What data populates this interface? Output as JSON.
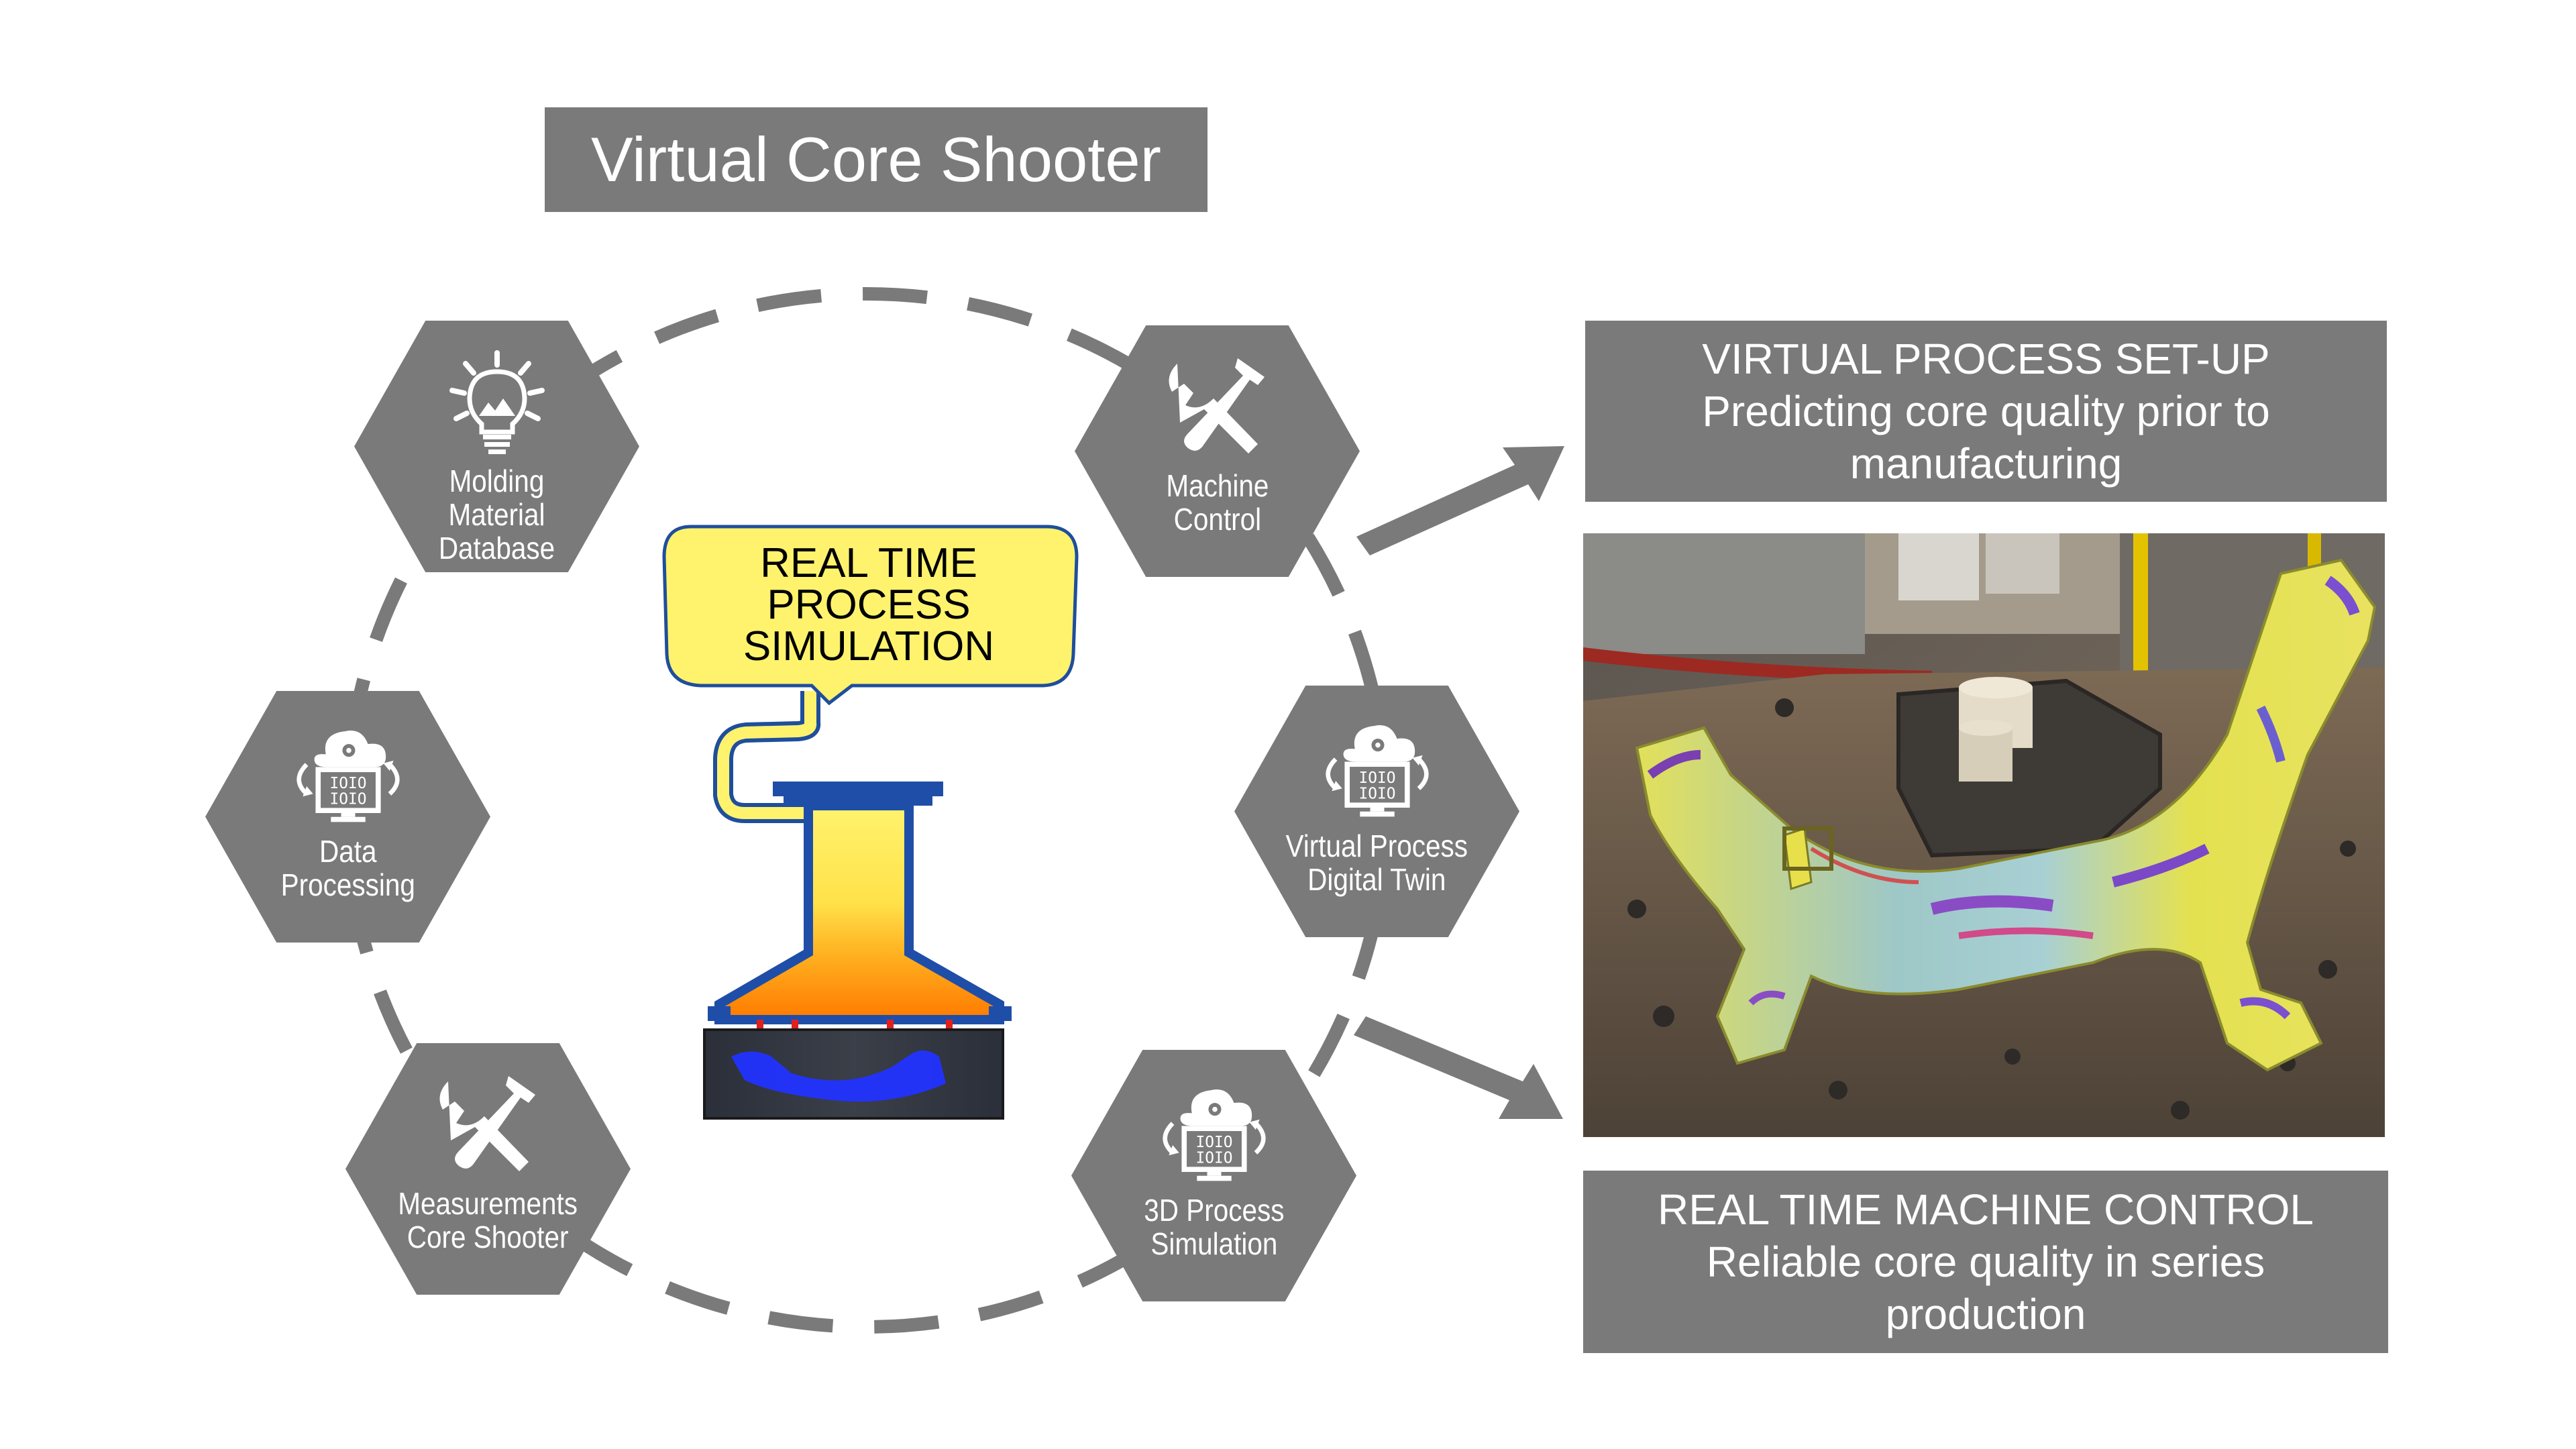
{
  "title": "Virtual Core Shooter",
  "hexagons": [
    {
      "id": "molding",
      "label": "Molding\nMaterial\nDatabase",
      "icon": "lightbulb-icon"
    },
    {
      "id": "machine",
      "label": "Machine\nControl",
      "icon": "tools-icon"
    },
    {
      "id": "data",
      "label": "Data\nProcessing",
      "icon": "cloud-computer-icon"
    },
    {
      "id": "twin",
      "label": "Virtual Process\nDigital Twin",
      "icon": "cloud-computer-icon"
    },
    {
      "id": "measure",
      "label": "Measurements\nCore Shooter",
      "icon": "tools-icon"
    },
    {
      "id": "sim3d",
      "label": "3D Process\nSimulation",
      "icon": "cloud-computer-icon"
    }
  ],
  "callout": {
    "lines": [
      "REAL TIME",
      "PROCESS",
      "SIMULATION"
    ]
  },
  "panels": {
    "setup": {
      "lines": [
        "VIRTUAL PROCESS SET-UP",
        "Predicting core quality prior to",
        "manufacturing"
      ]
    },
    "control": {
      "lines": [
        "REAL TIME MACHINE CONTROL",
        "Reliable core quality in series",
        "production"
      ]
    }
  },
  "colors": {
    "gray": "#7a7a7a",
    "callout_fill": "#fff36e",
    "callout_border": "#1f4e9c",
    "mold_blue": "#1f4ea8"
  }
}
